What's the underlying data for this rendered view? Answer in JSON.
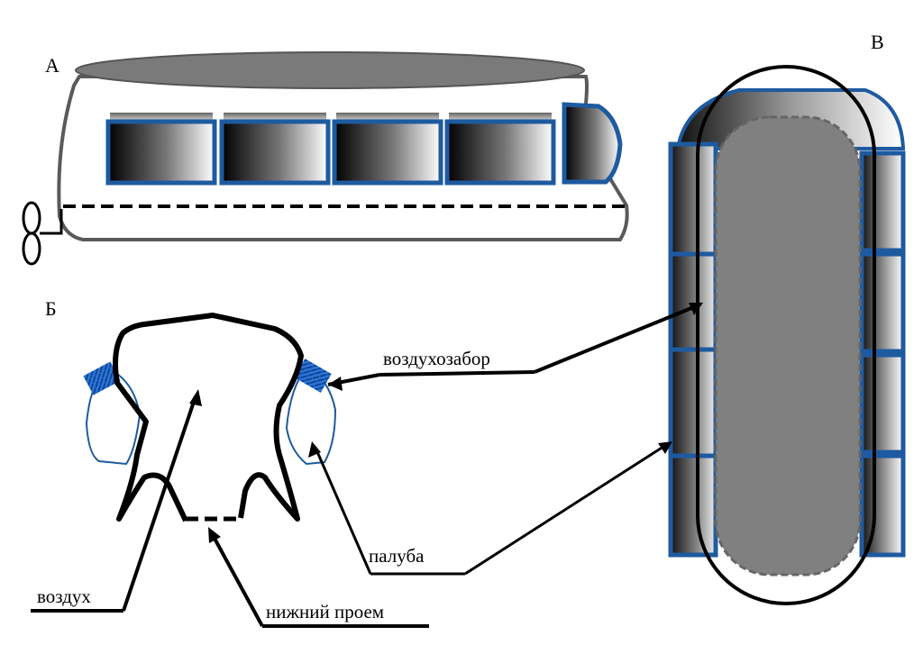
{
  "panels": {
    "a": "А",
    "b": "Б",
    "c": "В"
  },
  "callouts": {
    "air_intake": "воздухозабор",
    "deck": "палуба",
    "air": "воздух",
    "bottom_opening": "нижний проем"
  },
  "colors": {
    "hull_outline": "#5a5a5a",
    "roof": "#7a7a7a",
    "window_border": "#1e5aa0",
    "deck_fill": "#808080",
    "ink": "#000000",
    "intake_mesh": "#1e6fd0"
  }
}
